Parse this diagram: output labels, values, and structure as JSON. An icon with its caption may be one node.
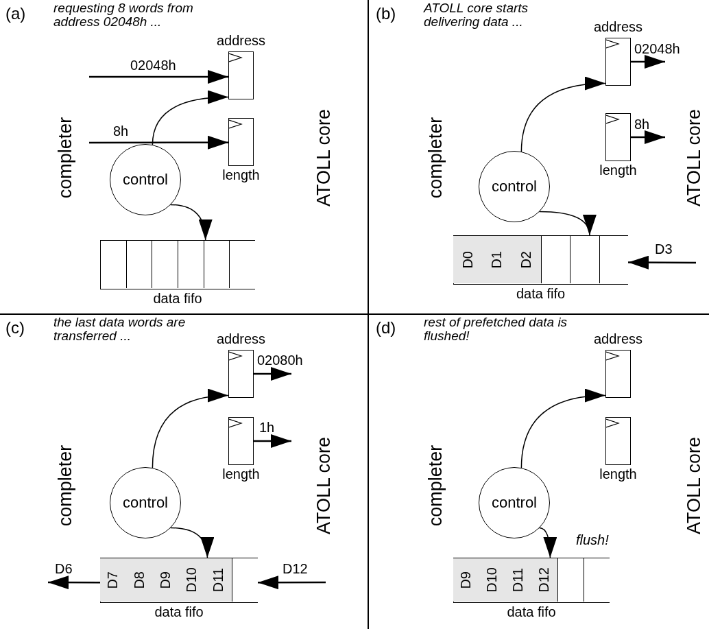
{
  "diagram": {
    "nodes": [
      {
        "text": [],
        "shape": "box",
        "beside": [
          "address"
        ]
      },
      {
        "text": [],
        "shape": "box",
        "beside": [
          "length"
        ]
      },
      {
        "text": [
          "control"
        ]
      },
      {
        "text": [],
        "shape": "box",
        "beside": [
          "data fifo"
        ]
      },
      {
        "text": [],
        "shape": "box",
        "in": 3
      },
      {
        "text": [],
        "shape": "box",
        "in": 3
      },
      {
        "text": [],
        "shape": "box",
        "in": 3
      },
      {
        "text": [],
        "shape": "box",
        "in": 3
      },
      {
        "text": [],
        "shape": "box",
        "in": 3
      },
      {
        "text": [],
        "shape": "box",
        "beside": [
          "address"
        ]
      },
      {
        "text": [],
        "shape": "box",
        "beside": [
          "length"
        ]
      },
      {
        "text": [
          "control"
        ]
      },
      {
        "text": [],
        "shape": "box",
        "beside": [
          "data fifo"
        ]
      },
      {
        "text": [
          "D0"
        ],
        "in": 12
      },
      {
        "text": [
          "D1"
        ],
        "in": 12
      },
      {
        "text": [
          "D2"
        ],
        "in": 12
      },
      {
        "text": [],
        "shape": "box",
        "in": 12
      },
      {
        "text": [],
        "shape": "box",
        "in": 12
      },
      {
        "text": [],
        "shape": "box",
        "beside": [
          "address"
        ]
      },
      {
        "text": [],
        "shape": "box",
        "beside": [
          "length"
        ]
      },
      {
        "text": [
          "control"
        ]
      },
      {
        "text": [],
        "shape": "box",
        "beside": [
          "data fifo"
        ]
      },
      {
        "text": [
          "D7"
        ],
        "in": 21
      },
      {
        "text": [
          "D8"
        ],
        "in": 21
      },
      {
        "text": [
          "D9"
        ],
        "in": 21
      },
      {
        "text": [
          "D10"
        ],
        "in": 21
      },
      {
        "text": [
          "D11"
        ],
        "in": 21
      },
      {
        "text": [],
        "shape": "box",
        "beside": [
          "address"
        ]
      },
      {
        "text": [],
        "shape": "box",
        "beside": [
          "length"
        ]
      },
      {
        "text": [
          "control"
        ]
      },
      {
        "text": [],
        "shape": "box",
        "beside": [
          "data fifo"
        ]
      },
      {
        "text": [
          "D9"
        ],
        "in": 30
      },
      {
        "text": [
          "D10"
        ],
        "in": 30
      },
      {
        "text": [
          "D11"
        ],
        "in": 30
      },
      {
        "text": [
          "D12"
        ],
        "in": 30
      },
      {
        "text": [],
        "shape": "box",
        "in": 30
      }
    ],
    "edges": [
      {
        "from": null,
        "to": 0,
        "arrow": "to",
        "label": "02048h"
      },
      {
        "from": null,
        "to": 1,
        "arrow": "to",
        "label": "8h"
      },
      {
        "from": 2,
        "to": 0,
        "arrow": "to"
      },
      {
        "from": 2,
        "to": 3,
        "arrow": "to"
      },
      {
        "from": 9,
        "to": null,
        "arrow": "to",
        "label": "02048h"
      },
      {
        "from": 10,
        "to": null,
        "arrow": "to",
        "label": "8h"
      },
      {
        "from": 11,
        "to": 9,
        "arrow": "to"
      },
      {
        "from": 11,
        "to": 12,
        "arrow": "to"
      },
      {
        "from": null,
        "to": 12,
        "arrow": "to",
        "label": "D3"
      },
      {
        "from": 18,
        "to": null,
        "arrow": "to",
        "label": "02080h"
      },
      {
        "from": 19,
        "to": null,
        "arrow": "to",
        "label": "1h"
      },
      {
        "from": 20,
        "to": 18,
        "arrow": "to"
      },
      {
        "from": 20,
        "to": 21,
        "arrow": "to"
      },
      {
        "from": null,
        "to": 21,
        "arrow": "to",
        "label": "D12"
      },
      {
        "from": 21,
        "to": null,
        "arrow": "to",
        "label": "D6"
      },
      {
        "from": 29,
        "to": 27,
        "arrow": "to"
      },
      {
        "from": 29,
        "to": 30,
        "arrow": "to",
        "label": "flush!"
      }
    ],
    "labels": [
      "(a)",
      "requesting 8 words from address 02048h ...",
      "completer",
      "ATOLL core",
      "(b)",
      "ATOLL core starts delivering data ...",
      "completer",
      "ATOLL core",
      "(c)",
      "the last data words are transferred ...",
      "completer",
      "ATOLL core",
      "(d)",
      "rest of prefetched data is flushed!",
      "completer",
      "ATOLL core"
    ]
  }
}
